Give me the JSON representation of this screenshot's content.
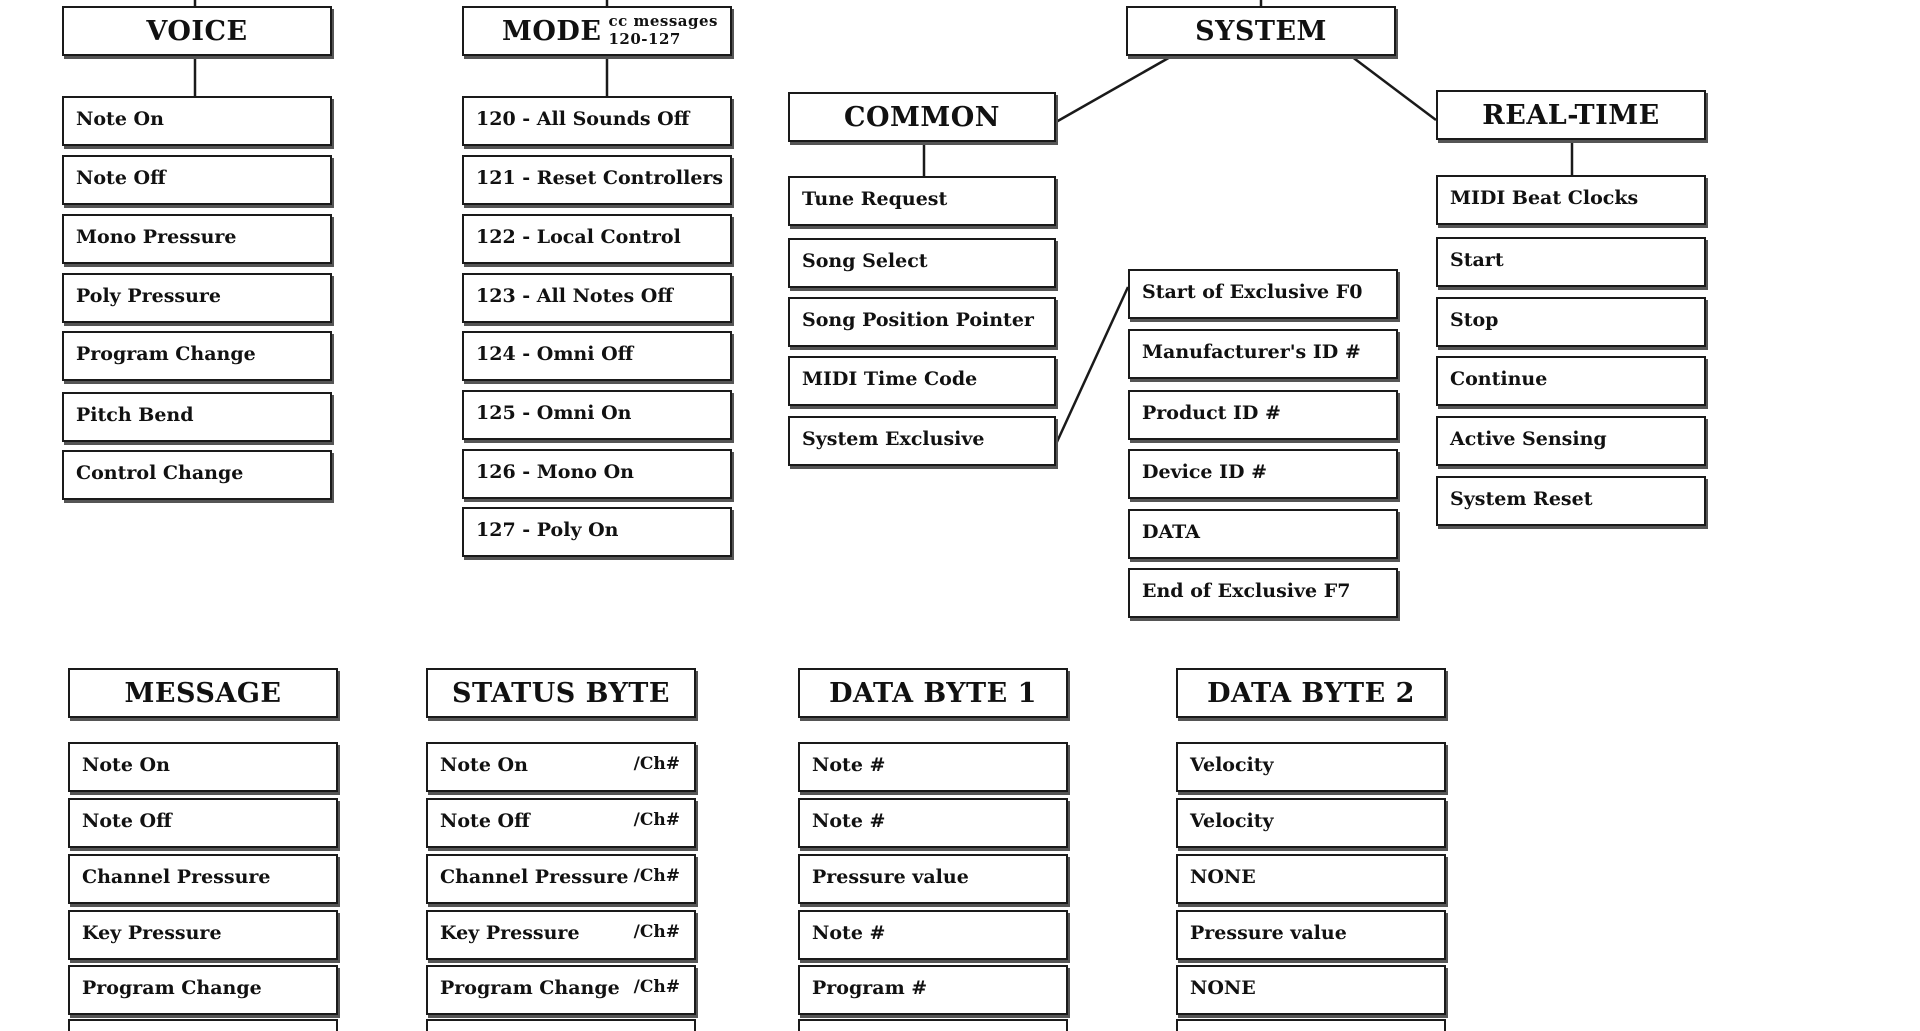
{
  "top_row": {
    "voice": {
      "title": "VOICE",
      "items": [
        "Note On",
        "Note Off",
        "Mono Pressure",
        "Poly Pressure",
        "Program Change",
        "Pitch Bend",
        "Control Change"
      ]
    },
    "mode": {
      "title": "MODE",
      "subtitle_line1": "cc messages",
      "subtitle_line2": "120-127",
      "items": [
        "120 - All Sounds Off",
        "121 - Reset Controllers",
        "122 - Local Control",
        "123 - All Notes Off",
        "124 - Omni Off",
        "125 - Omni On",
        "126 - Mono On",
        "127 - Poly On"
      ]
    },
    "system": {
      "title": "SYSTEM",
      "common": {
        "title": "COMMON",
        "items": [
          "Tune Request",
          "Song Select",
          "Song Position Pointer",
          "MIDI Time Code",
          "System Exclusive"
        ]
      },
      "exclusive": {
        "items": [
          "Start of Exclusive F0",
          "Manufacturer's ID #",
          "Product ID #",
          "Device ID #",
          "DATA",
          "End of Exclusive F7"
        ]
      },
      "realtime": {
        "title": "REAL-TIME",
        "items": [
          "MIDI Beat Clocks",
          "Start",
          "Stop",
          "Continue",
          "Active Sensing",
          "System Reset"
        ]
      }
    }
  },
  "bottom_table": {
    "message": {
      "title": "MESSAGE",
      "items": [
        "Note On",
        "Note Off",
        "Channel Pressure",
        "Key Pressure",
        "Program Change"
      ]
    },
    "status_byte": {
      "title": "STATUS BYTE",
      "items": [
        "Note On",
        "Note Off",
        "Channel Pressure",
        "Key Pressure",
        "Program Change"
      ],
      "suffix": "/Ch#"
    },
    "data_byte_1": {
      "title": "DATA BYTE 1",
      "items": [
        "Note #",
        "Note #",
        "Pressure value",
        "Note #",
        "Program #"
      ]
    },
    "data_byte_2": {
      "title": "DATA BYTE 2",
      "items": [
        "Velocity",
        "Velocity",
        "NONE",
        "Pressure value",
        "NONE"
      ]
    }
  },
  "colors": {
    "border": "#1a1a1a",
    "shadow": "#555555",
    "background": "#ffffff"
  }
}
